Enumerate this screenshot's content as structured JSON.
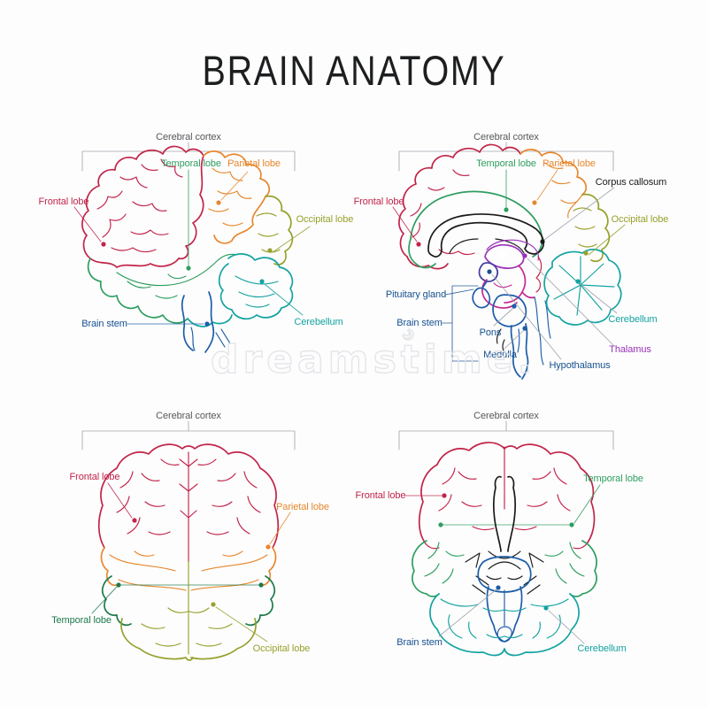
{
  "title": "BRAIN ANATOMY",
  "watermark": "dreamstime.",
  "colors": {
    "crimson": "#c22349",
    "orange": "#e7872d",
    "olive": "#97a12c",
    "green": "#2e9e60",
    "dark_green": "#1e7a4c",
    "teal": "#14a3a1",
    "navy": "#16508f",
    "blue": "#1d5da8",
    "purple": "#9932b8",
    "magenta": "#c42a92",
    "indigo": "#3d3b9e",
    "black": "#1a1a1a",
    "label_gray": "#56585c",
    "bracket_gray": "#9ba0a5",
    "watermark_gray": "#e2e4e8"
  },
  "diagrams": {
    "lateral": {
      "cerebral_cortex": "Cerebral cortex",
      "temporal_lobe": "Temporal lobe",
      "parietal_lobe": "Parietal lobe",
      "frontal_lobe": "Frontal lobe",
      "occipital_lobe": "Occipital lobe",
      "cerebellum": "Cerebellum",
      "brain_stem": "Brain stem"
    },
    "sagittal": {
      "cerebral_cortex": "Cerebral cortex",
      "temporal_lobe": "Temporal lobe",
      "parietal_lobe": "Parietal lobe",
      "corpus_callosum": "Corpus callosum",
      "frontal_lobe": "Frontal lobe",
      "occipital_lobe": "Occipital lobe",
      "pituitary_gland": "Pituitary gland",
      "brain_stem": "Brain stem",
      "pons": "Pons",
      "medulla": "Medulla",
      "cerebellum": "Cerebellum",
      "thalamus": "Thalamus",
      "hypothalamus": "Hypothalamus"
    },
    "superior": {
      "cerebral_cortex": "Cerebral cortex",
      "frontal_lobe": "Frontal lobe",
      "parietal_lobe": "Parietal lobe",
      "temporal_lobe": "Temporal lobe",
      "occipital_lobe": "Occipital lobe"
    },
    "inferior": {
      "cerebral_cortex": "Cerebral cortex",
      "frontal_lobe": "Frontal lobe",
      "temporal_lobe": "Temporal lobe",
      "brain_stem": "Brain stem",
      "cerebellum": "Cerebellum"
    }
  }
}
